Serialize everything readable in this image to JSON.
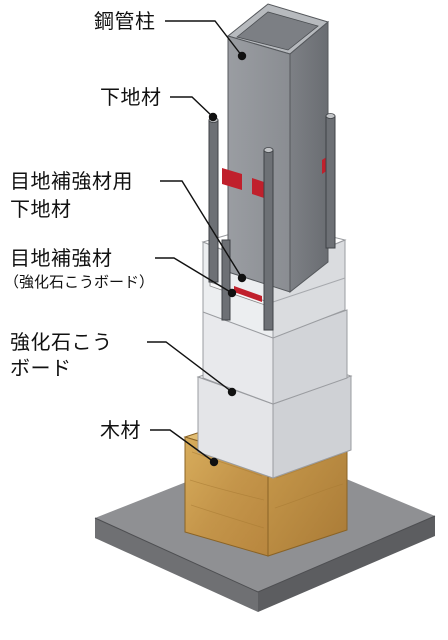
{
  "labels": {
    "steel_column": "鋼管柱",
    "base_member": "下地材",
    "joint_reinforcement_base_line1": "目地補強材用",
    "joint_reinforcement_base_line2": "下地材",
    "joint_reinforcement": "目地補強材",
    "joint_reinforcement_note": "（強化石こうボード）",
    "gypsum_board_line1": "強化石こう",
    "gypsum_board_line2": "ボード",
    "timber": "木材"
  },
  "colors": {
    "steel": "#8e9196",
    "steel_shade": "#6e7176",
    "board": "#e6e7ea",
    "board_shade": "#c9cbcf",
    "wood": "#c89a4c",
    "concrete": "#8a8b8e",
    "accent_red": "#c0202c"
  }
}
